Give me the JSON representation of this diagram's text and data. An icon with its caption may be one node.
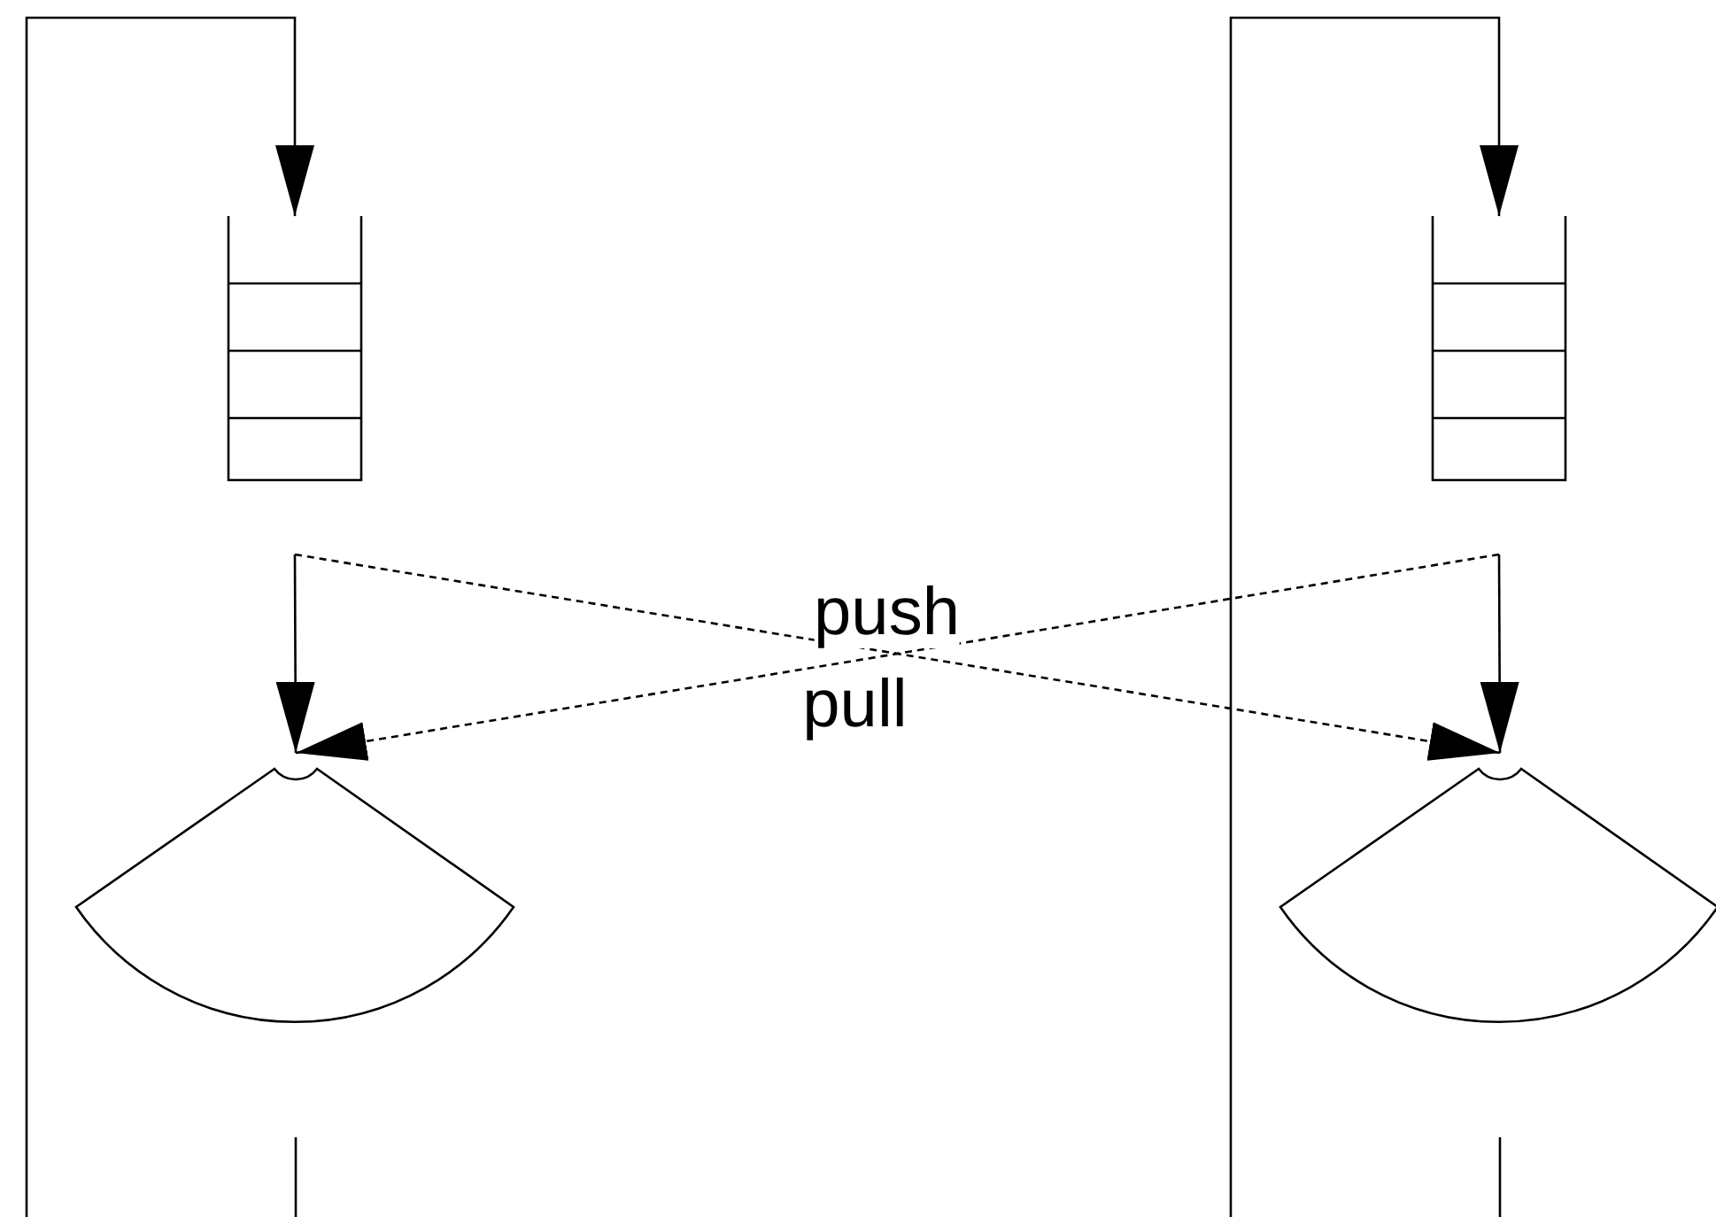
{
  "diagram": {
    "nodes": [
      {
        "text": [],
        "shape": "queue"
      },
      {
        "text": [],
        "shape": "sector"
      },
      {
        "text": [],
        "shape": "queue"
      },
      {
        "text": [],
        "shape": "sector"
      }
    ],
    "edges": [
      {
        "from": null,
        "to": 0,
        "arrow": "to"
      },
      {
        "from": 0,
        "to": 1,
        "arrow": "to"
      },
      {
        "from": null,
        "to": 2,
        "arrow": "to"
      },
      {
        "from": 2,
        "to": 3,
        "arrow": "to"
      },
      {
        "from": 0,
        "to": 3,
        "arrow": "to",
        "style": "dashed",
        "label": "push"
      },
      {
        "from": 2,
        "to": 1,
        "arrow": "to",
        "style": "dashed",
        "label": "pull"
      }
    ]
  }
}
